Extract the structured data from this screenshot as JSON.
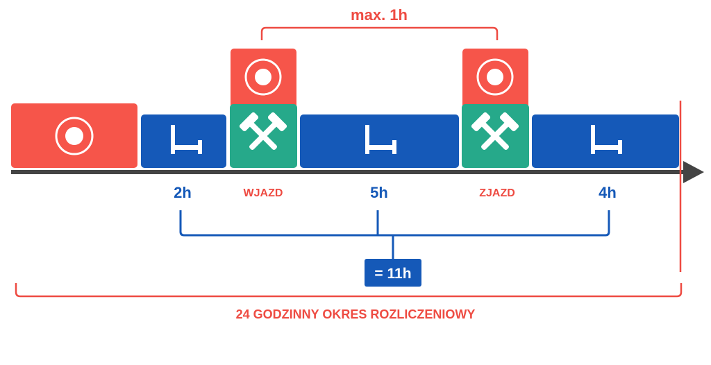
{
  "colors": {
    "driving": "#f6554a",
    "rest": "#1559b8",
    "work": "#26a98a",
    "axis": "#444444",
    "accent_red": "#ee4b42",
    "accent_blue": "#1559b8",
    "icon": "#ffffff"
  },
  "top_bracket": {
    "label": "max. 1h"
  },
  "segments": [
    {
      "type": "driving",
      "icon": "steering-target-icon"
    },
    {
      "type": "rest",
      "icon": "bed-icon",
      "duration_label": "2h"
    },
    {
      "type": "work",
      "icon": "crossed-hammers-icon",
      "stacked_icon": "steering-target-icon",
      "event_label": "WJAZD"
    },
    {
      "type": "rest",
      "icon": "bed-icon",
      "duration_label": "5h"
    },
    {
      "type": "work",
      "icon": "crossed-hammers-icon",
      "stacked_icon": "steering-target-icon",
      "event_label": "ZJAZD"
    },
    {
      "type": "rest",
      "icon": "bed-icon",
      "duration_label": "4h"
    }
  ],
  "sum_box": {
    "label": "= 11h"
  },
  "period": {
    "label": "24 GODZINNY OKRES ROZLICZENIOWY"
  }
}
